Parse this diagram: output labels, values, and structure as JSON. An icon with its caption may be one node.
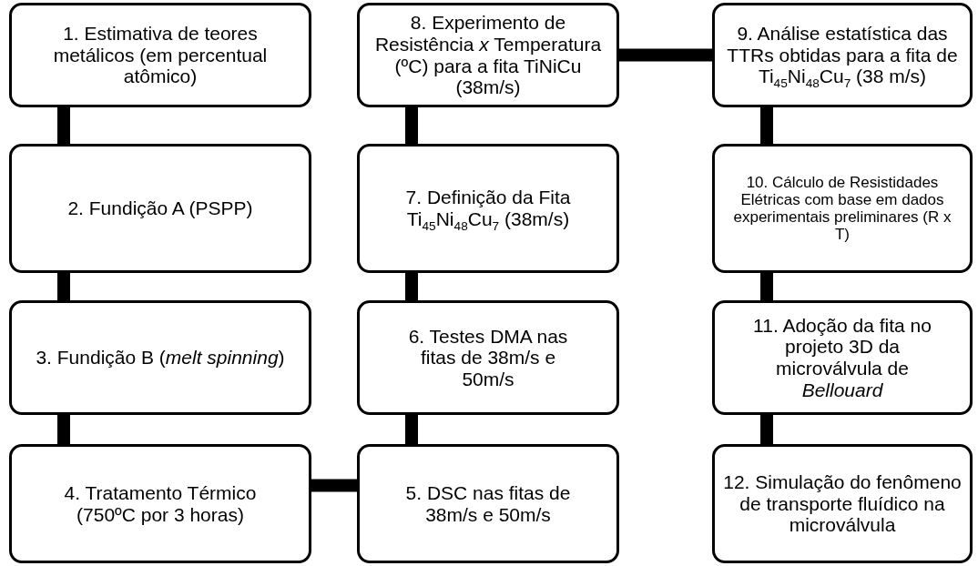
{
  "diagram": {
    "nodes": [
      {
        "text": [
          "1. Estimativa de teores metálicos (em percentual atômico)"
        ]
      },
      {
        "text": [
          "2. Fundição A (PSPP)"
        ]
      },
      {
        "text": [
          "3. Fundição B (*melt spinning*)"
        ]
      },
      {
        "text": [
          "4. Tratamento Térmico (750ºC por 3 horas)"
        ]
      },
      {
        "text": [
          "5. DSC nas fitas de 38m/s e 50m/s"
        ]
      },
      {
        "text": [
          "6. Testes DMA nas fitas de 38m/s e 50m/s"
        ]
      },
      {
        "text": [
          "7. Definição da Fita Ti$_{45}$Ni$_{48}$Cu$_{7}$ (38m/s)"
        ]
      },
      {
        "text": [
          "8. Experimento de Resistência *x* Temperatura (ºC) para a fita TiNiCu (38m/s)"
        ]
      },
      {
        "text": [
          "9. Análise estatística das TTRs obtidas para a fita de Ti$_{45}$Ni$_{48}$Cu$_{7}$ (38 m/s)"
        ]
      },
      {
        "text": [
          "10. Cálculo de Resistidades Elétricas com base em dados experimentais preliminares (R x T)"
        ]
      },
      {
        "text": [
          "11. Adoção da fita no projeto 3D da microválvula de *Bellouard*"
        ]
      },
      {
        "text": [
          "12. Simulação do fenômeno de transporte fluídico na microválvula"
        ]
      }
    ],
    "edges": [
      {
        "from": 0,
        "to": 1,
        "arrow": "none"
      },
      {
        "from": 1,
        "to": 2,
        "arrow": "none"
      },
      {
        "from": 2,
        "to": 3,
        "arrow": "none"
      },
      {
        "from": 3,
        "to": 4,
        "arrow": "none"
      },
      {
        "from": 4,
        "to": 5,
        "arrow": "none"
      },
      {
        "from": 5,
        "to": 6,
        "arrow": "none"
      },
      {
        "from": 6,
        "to": 7,
        "arrow": "none"
      },
      {
        "from": 7,
        "to": 8,
        "arrow": "none"
      },
      {
        "from": 8,
        "to": 9,
        "arrow": "none"
      },
      {
        "from": 9,
        "to": 10,
        "arrow": "none"
      },
      {
        "from": 10,
        "to": 11,
        "arrow": "none"
      }
    ]
  }
}
